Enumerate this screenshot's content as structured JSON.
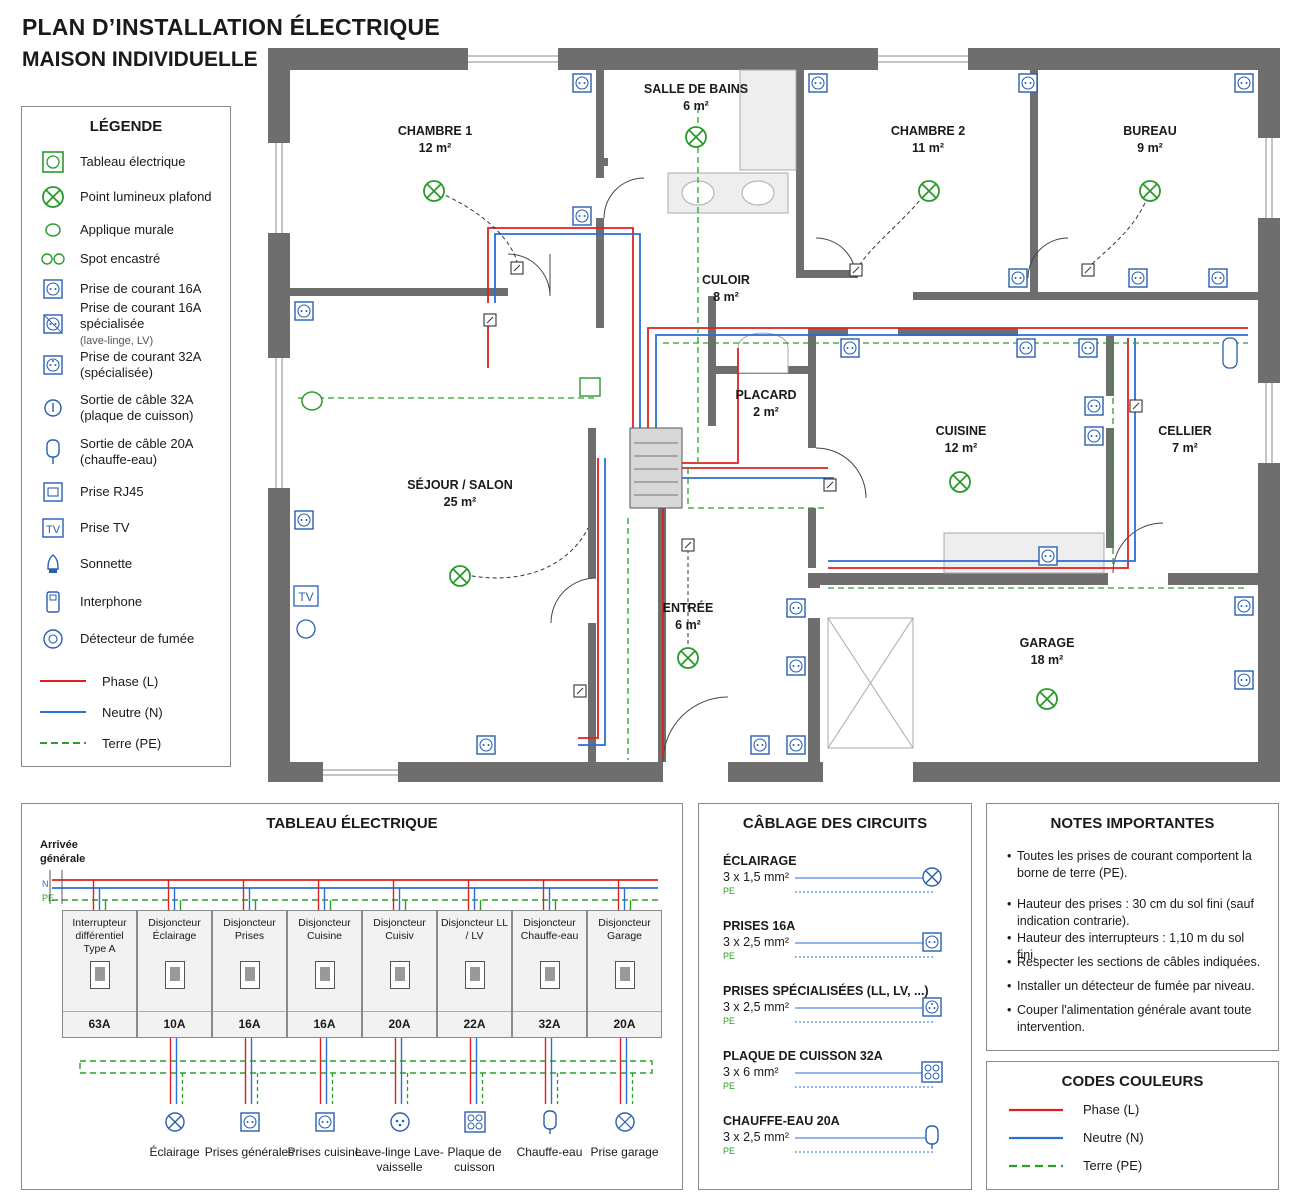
{
  "title": "PLAN D’INSTALLATION ÉLECTRIQUE",
  "subtitle": "MAISON INDIVIDUELLE",
  "legend": {
    "title": "LÉGENDE",
    "items": [
      {
        "icon": "panel-icon",
        "label": "Tableau électrique",
        "sub": ""
      },
      {
        "icon": "ceiling-light-icon",
        "label": "Point lumineux plafond",
        "sub": ""
      },
      {
        "icon": "wall-light-icon",
        "label": "Applique murale",
        "sub": ""
      },
      {
        "icon": "recessed-spot-icon",
        "label": "Spot encastré",
        "sub": ""
      },
      {
        "icon": "socket-16a-icon",
        "label": "Prise de courant 16A",
        "sub": ""
      },
      {
        "icon": "socket-16a-special-icon",
        "label": "Prise de courant 16A spécialisée",
        "sub": "(lave-linge, LV)"
      },
      {
        "icon": "socket-32a-icon",
        "label": "Prise de courant 32A",
        "sub": "(spécialisée)"
      },
      {
        "icon": "cable-outlet-32a-icon",
        "label": "Sortie de câble 32A",
        "sub": "(plaque de cuisson)"
      },
      {
        "icon": "cable-outlet-20a-icon",
        "label": "Sortie de câble 20A",
        "sub": "(chauffe-eau)"
      },
      {
        "icon": "rj45-icon",
        "label": "Prise RJ45",
        "sub": ""
      },
      {
        "icon": "tv-icon",
        "label": "Prise TV",
        "sub": ""
      },
      {
        "icon": "doorbell-icon",
        "label": "Sonnette",
        "sub": ""
      },
      {
        "icon": "intercom-icon",
        "label": "Interphone",
        "sub": ""
      },
      {
        "icon": "smoke-detector-icon",
        "label": "Détecteur de fumée",
        "sub": ""
      }
    ],
    "lines": [
      {
        "label": "Phase (L)",
        "color": "#e02020"
      },
      {
        "label": "Neutre (N)",
        "color": "#2a6fd6"
      },
      {
        "label": "Terre (PE)",
        "color": "#2aa02a"
      }
    ]
  },
  "rooms": [
    {
      "name": "CHAMBRE 1",
      "area": "12 m²"
    },
    {
      "name": "SALLE DE BAINS",
      "area": "6 m²"
    },
    {
      "name": "CHAMBRE 2",
      "area": "11 m²"
    },
    {
      "name": "BUREAU",
      "area": "9 m²"
    },
    {
      "name": "CULOIR",
      "area": "8 m²"
    },
    {
      "name": "PLACARD",
      "area": "2 m²"
    },
    {
      "name": "CUISINE",
      "area": "12 m²"
    },
    {
      "name": "CELLIER",
      "area": "7 m²"
    },
    {
      "name": "SÉJOUR / SALON",
      "area": "25 m²"
    },
    {
      "name": "ENTRÉE",
      "area": "6 m²"
    },
    {
      "name": "GARAGE",
      "area": "18 m²"
    }
  ],
  "tableau": {
    "title": "TABLEAU ÉLECTRIQUE",
    "arrival": "Arrivée générale",
    "bus_labels": [
      "N",
      "PE"
    ],
    "breakers": [
      {
        "name": "Interrupteur différentiel Type A",
        "amp": "63A"
      },
      {
        "name": "Disjoncteur Éclairage",
        "amp": "10A"
      },
      {
        "name": "Disjoncteur Prises",
        "amp": "16A"
      },
      {
        "name": "Disjoncteur Cuisine",
        "amp": "16A"
      },
      {
        "name": "Disjoncteur Cuisiv",
        "amp": "20A"
      },
      {
        "name": "Disjoncteur LL / LV",
        "amp": "22A"
      },
      {
        "name": "Disjoncteur Chauffe-eau",
        "amp": "32A"
      },
      {
        "name": "Disjoncteur Garage",
        "amp": "20A"
      }
    ],
    "destinations": [
      {
        "label": "Éclairage",
        "icon": "ceiling-light-icon"
      },
      {
        "label": "Prises générales",
        "icon": "socket-16a-icon"
      },
      {
        "label": "Prises cuisine",
        "icon": "socket-16a-icon"
      },
      {
        "label": "Lave-linge Lave-vaisselle",
        "icon": "socket-16a-special-icon"
      },
      {
        "label": "Plaque de cuisson",
        "icon": "cable-outlet-32a-icon"
      },
      {
        "label": "Chauffe-eau",
        "icon": "cable-outlet-20a-icon"
      },
      {
        "label": "Prise garage",
        "icon": "smoke-detector-icon"
      }
    ]
  },
  "cablage": {
    "title": "CÂBLAGE DES CIRCUITS",
    "pe_label": "PE",
    "circuits": [
      {
        "name": "ÉCLAIRAGE",
        "section": "3 x 1,5 mm²",
        "icon": "ceiling-light-icon"
      },
      {
        "name": "PRISES 16A",
        "section": "3 x 2,5 mm²",
        "icon": "socket-16a-icon"
      },
      {
        "name": "PRISES SPÉCIALISÉES (LL, LV, ...)",
        "section": "3 x 2,5 mm²",
        "icon": "socket-32a-icon"
      },
      {
        "name": "PLAQUE DE CUISSON 32A",
        "section": "3 x 6 mm²",
        "icon": "cable-outlet-32a-icon"
      },
      {
        "name": "CHAUFFE-EAU 20A",
        "section": "3 x 2,5 mm²",
        "icon": "cable-outlet-20a-icon"
      }
    ]
  },
  "notes": {
    "title": "NOTES IMPORTANTES",
    "items": [
      "Toutes les prises de courant comportent la borne de terre (PE).",
      "Hauteur des prises : 30 cm du sol fini (sauf indication contrarie).",
      "Hauteur des interrupteurs : 1,10 m du sol fini.",
      "Respecter les sections de câbles indiquées.",
      "Installer un détecteur de fumée par niveau.",
      "Couper l'alimentation générale avant toute intervention."
    ]
  },
  "codes": {
    "title": "CODES COULEURS",
    "items": [
      {
        "label": "Phase (L)",
        "color": "#e02020",
        "dash": false
      },
      {
        "label": "Neutre (N)",
        "color": "#2a6fd6",
        "dash": false
      },
      {
        "label": "Terre (PE)",
        "color": "#2aa02a",
        "dash": true
      }
    ]
  }
}
